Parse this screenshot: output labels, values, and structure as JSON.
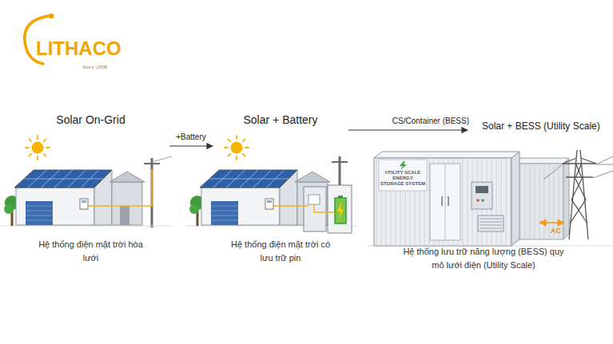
{
  "diagram": {
    "nodes": [
      {
        "text": [
          "Solar On-Grid",
          "Hệ thống điện mặt trời hòa lưới"
        ]
      },
      {
        "text": [
          "Solar + Battery",
          "Hệ thống điện mặt trời có lưu trữ pin"
        ]
      },
      {
        "text": [
          "Solar + BESS (Utility Scale)",
          "Hệ thống lưu trữ năng lượng (BESS) quy mô lưới điện (Utility Scale)"
        ]
      }
    ],
    "edges": [
      {
        "from": 0,
        "to": 1,
        "arrow": "to",
        "label": "+Battery"
      },
      {
        "from": 1,
        "to": 2,
        "arrow": "to",
        "label": "CS/Container (BESS)"
      }
    ],
    "labels": [
      "LITHACO",
      "Since 2008",
      "UTILITY SCALE ENERGY STORAGE SYSTEM",
      "AC"
    ]
  }
}
